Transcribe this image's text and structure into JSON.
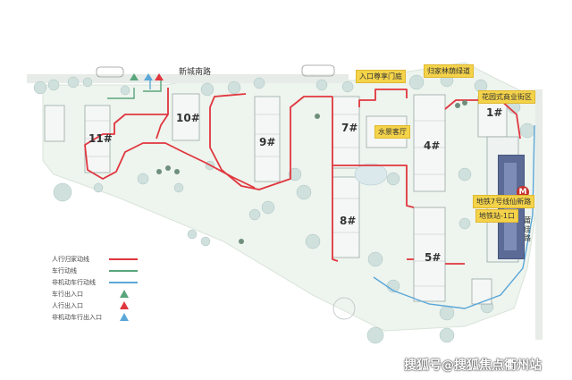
{
  "map": {
    "roads": {
      "north": "新城南路",
      "east": "莆佳路"
    },
    "tags": {
      "entrance": "入口尊享门庭",
      "greenway": "归家林荫绿道",
      "commercial": "花园式商业街区",
      "clubhouse": "水景客厅"
    },
    "metro": {
      "name": "地铁7号线仙新路",
      "exit": "地铁站-1口",
      "icon": "M"
    },
    "buildings": [
      "1#",
      "4#",
      "5#",
      "7#",
      "8#",
      "9#",
      "10#",
      "11#"
    ],
    "colors": {
      "pedestrian_route": "#e0363e",
      "vehicle_route": "#5aa67c",
      "nonmotor_route": "#5aa7d8",
      "metro": "#5c6b95",
      "tag": "#f4d34a"
    }
  },
  "legend": {
    "items": [
      {
        "label": "人行归家动线",
        "kind": "line",
        "color": "#e0363e"
      },
      {
        "label": "车行动线",
        "kind": "line",
        "color": "#5aa67c"
      },
      {
        "label": "非机动车行动线",
        "kind": "line",
        "color": "#5aa7d8"
      },
      {
        "label": "车行出入口",
        "kind": "triangle",
        "color": "#5aa67c"
      },
      {
        "label": "人行出入口",
        "kind": "triangle",
        "color": "#e0363e"
      },
      {
        "label": "非机动车行出入口",
        "kind": "triangle",
        "color": "#5aa7d8"
      }
    ]
  },
  "watermark": "搜狐号@搜狐焦点衢州站"
}
